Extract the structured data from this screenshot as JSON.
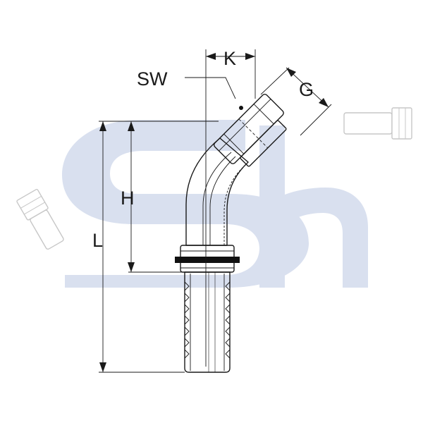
{
  "labels": {
    "sw": "SW",
    "k": "K",
    "g": "G",
    "h": "H",
    "l": "L"
  },
  "colors": {
    "watermark": "#d9e0ef",
    "line": "#1a1a1a",
    "fitting_fill": "#ffffff",
    "hose_fill": "#ffffff",
    "hose_stroke": "#c7c7c7"
  }
}
